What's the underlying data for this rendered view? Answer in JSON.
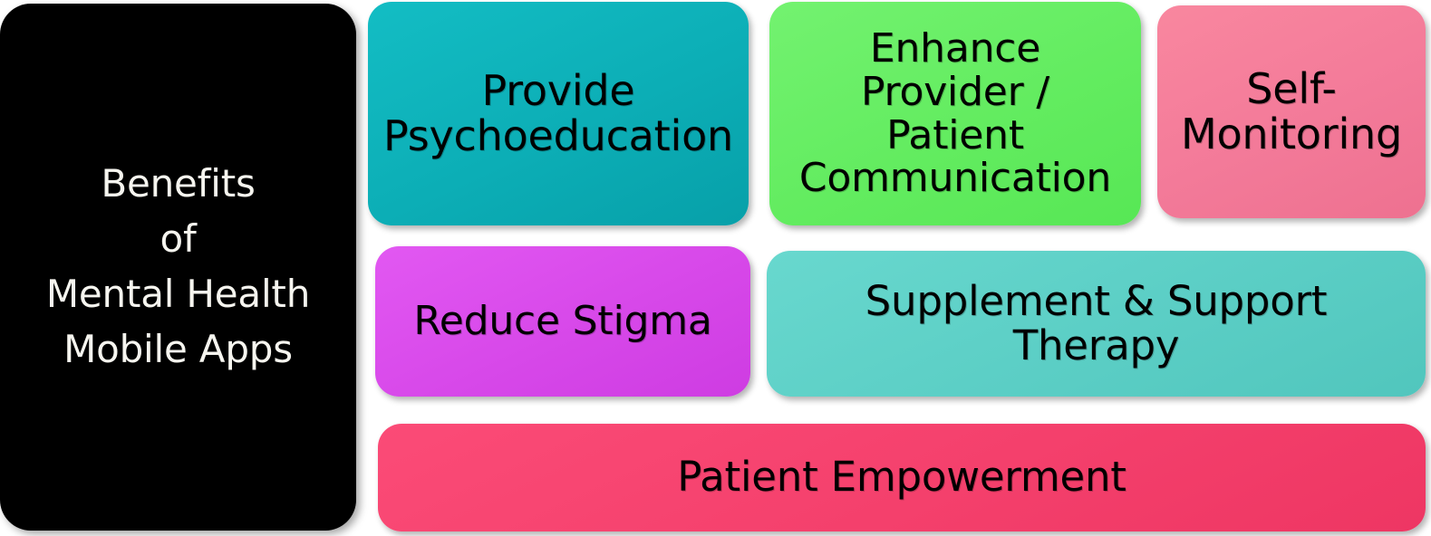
{
  "diagram": {
    "type": "concept-map",
    "title": "Benefits of Mental Health Mobile Apps",
    "root": {
      "label": "Benefits\nof\nMental Health\nMobile Apps",
      "background_color": "#000000",
      "text_color": "#F6F5EF"
    },
    "nodes": [
      {
        "id": "provide-psychoeducation",
        "label": "Provide\nPsychoeducation",
        "background_color": "#0FB5BD",
        "text_color": "#000000",
        "row": 1,
        "column": 1
      },
      {
        "id": "enhance-communication",
        "label": "Enhance\nProvider /\nPatient\nCommunication",
        "background_color": "#64ED61",
        "text_color": "#000000",
        "row": 1,
        "column": 2
      },
      {
        "id": "self-monitoring",
        "label": "Self-\nMonitoring",
        "background_color": "#F47B9B",
        "text_color": "#000000",
        "row": 1,
        "column": 3
      },
      {
        "id": "reduce-stigma",
        "label": "Reduce Stigma",
        "background_color": "#D849EA",
        "text_color": "#000000",
        "row": 2,
        "column": 1
      },
      {
        "id": "supplement-support",
        "label": "Supplement & Support\nTherapy",
        "background_color": "#5CCFC6",
        "text_color": "#000000",
        "row": 2,
        "column": 2
      },
      {
        "id": "patient-empowerment",
        "label": "Patient Empowerment",
        "background_color": "#F4406D",
        "text_color": "#000000",
        "row": 3,
        "column": 1
      }
    ],
    "background_color": "#FFFFFF"
  }
}
